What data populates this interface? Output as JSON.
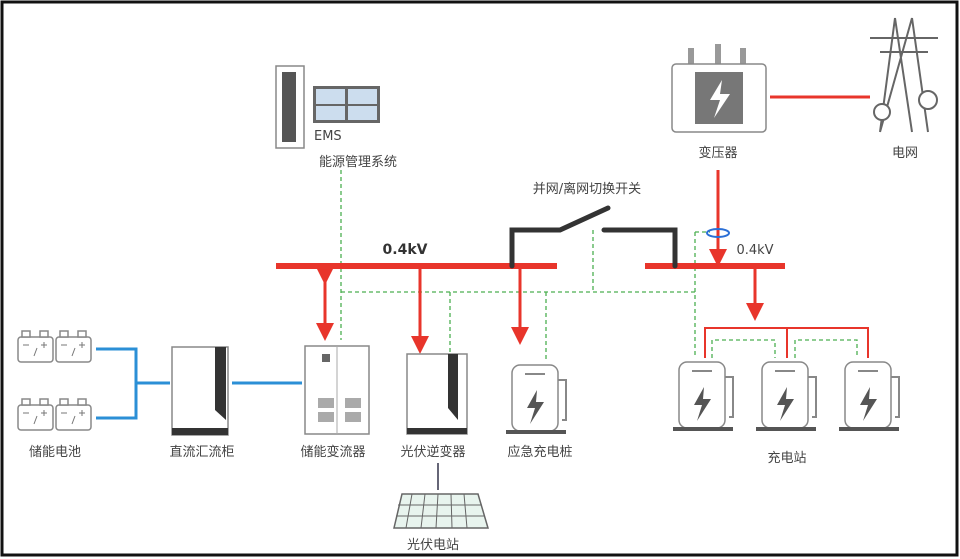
{
  "labels": {
    "ems": "EMS",
    "ems_name": "能源管理系统",
    "transformer": "变压器",
    "grid": "电网",
    "switch": "并网/离网切换开关",
    "bus_left_voltage": "0.4kV",
    "bus_right_voltage": "0.4kV",
    "battery": "储能电池",
    "dc_combiner": "直流汇流柜",
    "pcs": "储能变流器",
    "pv_inverter": "光伏逆变器",
    "emergency_charger": "应急充电桩",
    "charging_station": "充电站",
    "pv_station": "光伏电站"
  },
  "colors": {
    "power_line": "#e8352b",
    "comm_line": "#4caf50",
    "dc_line": "#2b8fd6",
    "switch": "#333333"
  }
}
